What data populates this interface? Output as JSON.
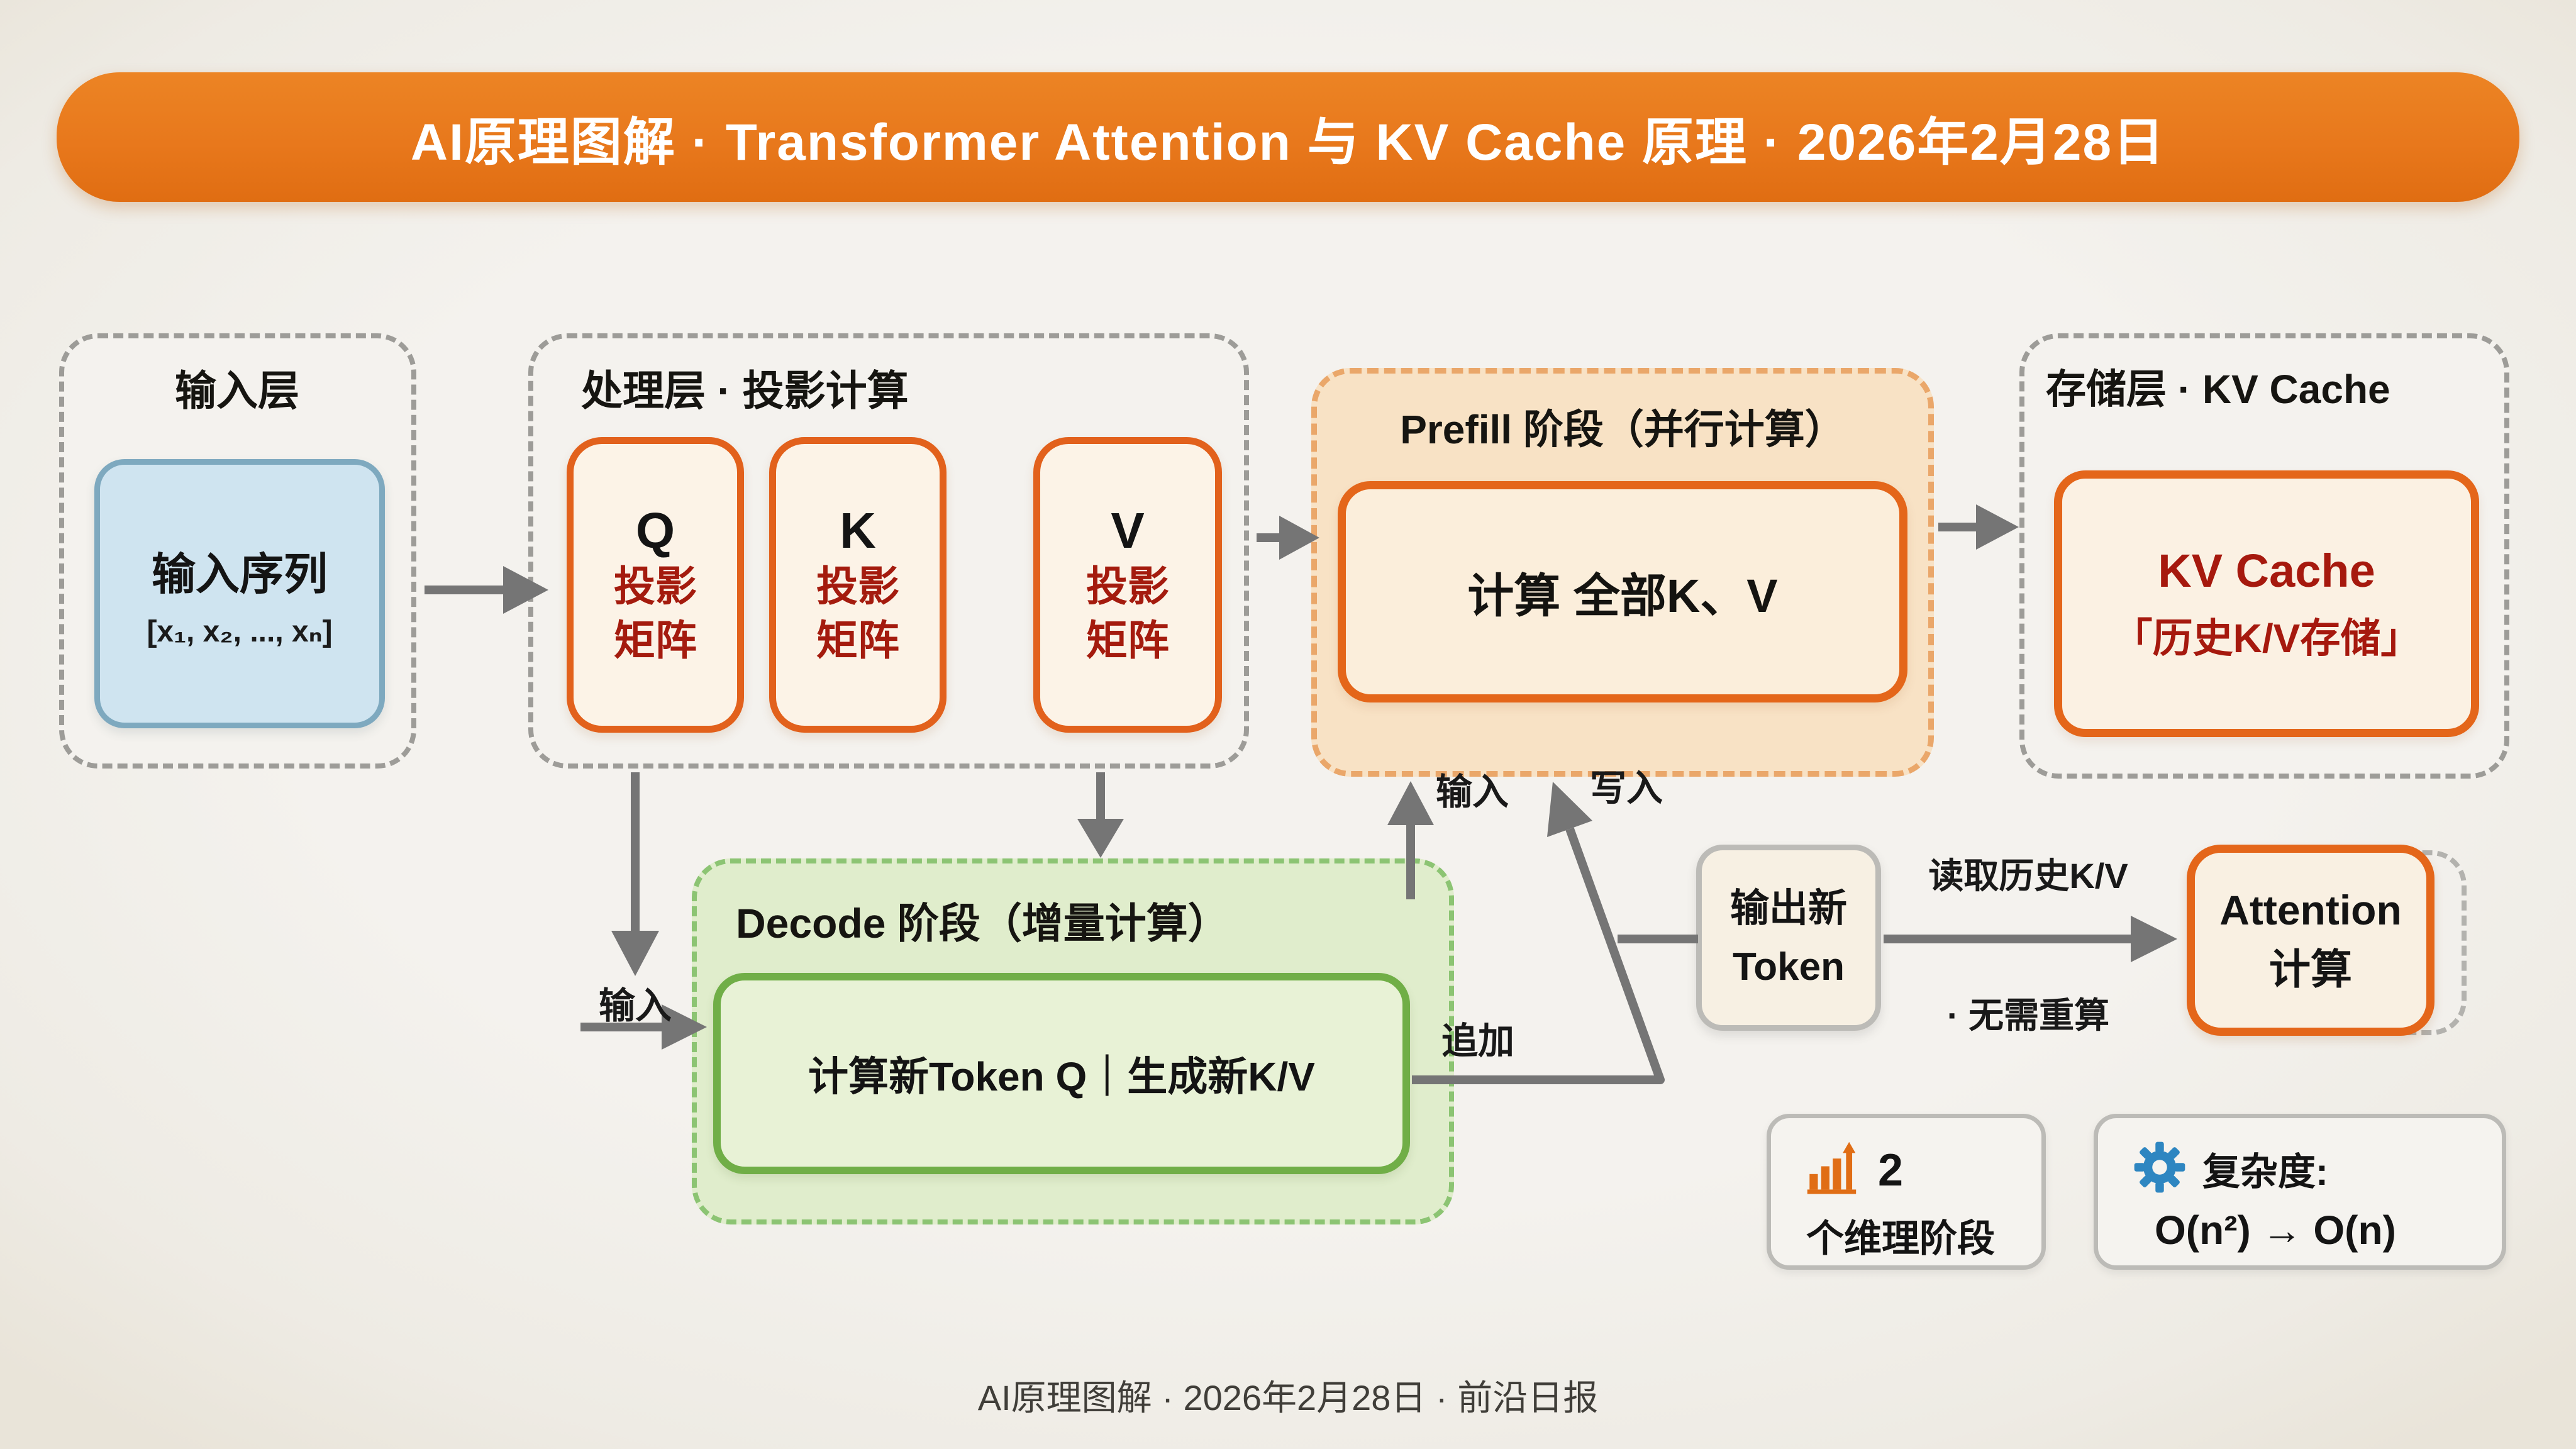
{
  "header": {
    "title": "AI原理图解  ·  Transformer Attention 与 KV Cache 原理  ·  2026年2月28日"
  },
  "layers": {
    "input": {
      "title": "输入层",
      "seq_label": "输入序列",
      "seq_formula": "[x₁, x₂, ..., xₙ]"
    },
    "processing": {
      "title": "处理层 · 投影计算",
      "matrices": [
        {
          "letter": "Q",
          "line1": "投影",
          "line2": "矩阵"
        },
        {
          "letter": "K",
          "line1": "投影",
          "line2": "矩阵"
        },
        {
          "letter": "V",
          "line1": "投影",
          "line2": "矩阵"
        }
      ]
    },
    "prefill": {
      "title": "Prefill 阶段（并行计算）",
      "inner": "计算 全部K、V"
    },
    "storage": {
      "title": "存储层 · KV Cache",
      "inner_line1": "KV Cache",
      "inner_line2": "「历史K/V存储」"
    },
    "decode": {
      "title": "Decode 阶段（增量计算）",
      "inner": "计算新Token Q｜生成新K/V"
    }
  },
  "nodes": {
    "output_token": {
      "line1": "输出新",
      "line2": "Token"
    },
    "attention": {
      "line1": "Attention",
      "line2": "计算"
    }
  },
  "edge_labels": {
    "input_to_decode": "输入",
    "decode_to_prefill": "输入",
    "write": "写入",
    "append": "追加",
    "read_top": "读取历史K/V",
    "read_bottom": "· 无需重算"
  },
  "stats": {
    "phases": {
      "value": "2",
      "label": "个维理阶段"
    },
    "complexity": {
      "title": "复杂度:",
      "value": "O(n²) → O(n)"
    }
  },
  "footer": {
    "text": "AI原理图解 · 2026年2月28日 · 前沿日报"
  },
  "colors": {
    "banner_orange": "#e8781c",
    "accent_orange": "#e4661a",
    "dark_red": "#a6190e",
    "green_border": "#70ae47",
    "green_fill": "#e0edcc",
    "blue_fill": "#cfe4f0",
    "gear_blue": "#2e86c1",
    "bar_orange": "#e06d15",
    "arrow_gray": "#757575"
  }
}
